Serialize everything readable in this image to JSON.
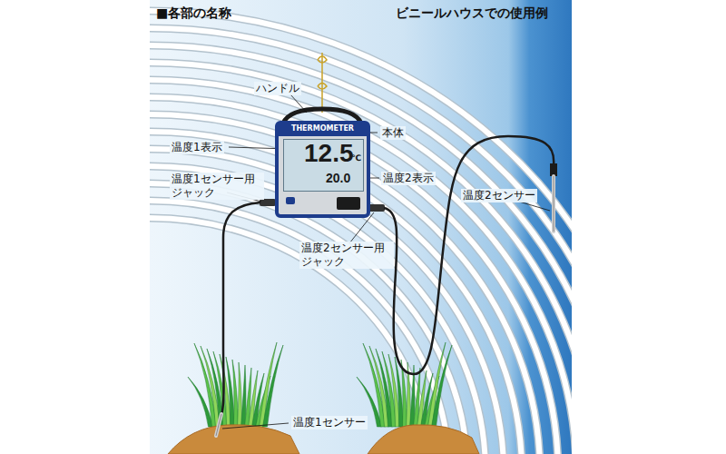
{
  "diagram": {
    "title": "■各部の名称",
    "nodes": [
      {
        "text": [
          "THERMOMETER",
          "12.5",
          "℃",
          "20.0"
        ]
      }
    ],
    "labels": [
      "ビニールハウスでの使用例",
      "ハンドル",
      "本体",
      "温度1表示",
      "温度1センサー用 ジャック",
      "温度2表示",
      "温度2センサー用 ジャック",
      "温度2センサー",
      "温度1センサー"
    ]
  }
}
